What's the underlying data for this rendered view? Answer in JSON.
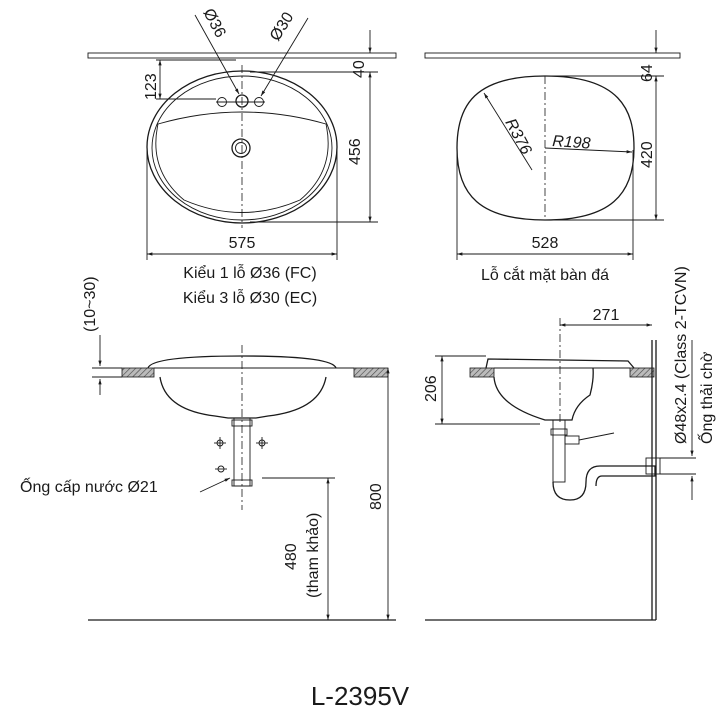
{
  "plan_view": {
    "hole_large": "Ø36",
    "hole_small": "Ø30",
    "dim_hole_offset": "123",
    "dim_rim": "40",
    "dim_depth": "456",
    "dim_width": "575",
    "caption_line1": "Kiểu 1 lỗ Ø36 (FC)",
    "caption_line2": "Kiểu 3 lỗ Ø30 (EC)"
  },
  "cutout_view": {
    "radius_large": "R376",
    "radius_small": "R198",
    "dim_offset": "64",
    "dim_depth": "420",
    "dim_width": "528",
    "caption": "Lỗ cắt mặt bàn đá"
  },
  "front_view": {
    "dim_counter": "(10~30)",
    "dim_height": "800",
    "dim_supply": "480",
    "dim_supply_note": "(tham khảo)",
    "supply_label": "Ống cấp nước Ø21"
  },
  "side_view": {
    "dim_wall": "271",
    "dim_bowl": "206",
    "drain_spec": "Ø48x2.4 (Class 2-TCVN)",
    "drain_label": "Ống thải chờ"
  },
  "model": "L-2395V"
}
